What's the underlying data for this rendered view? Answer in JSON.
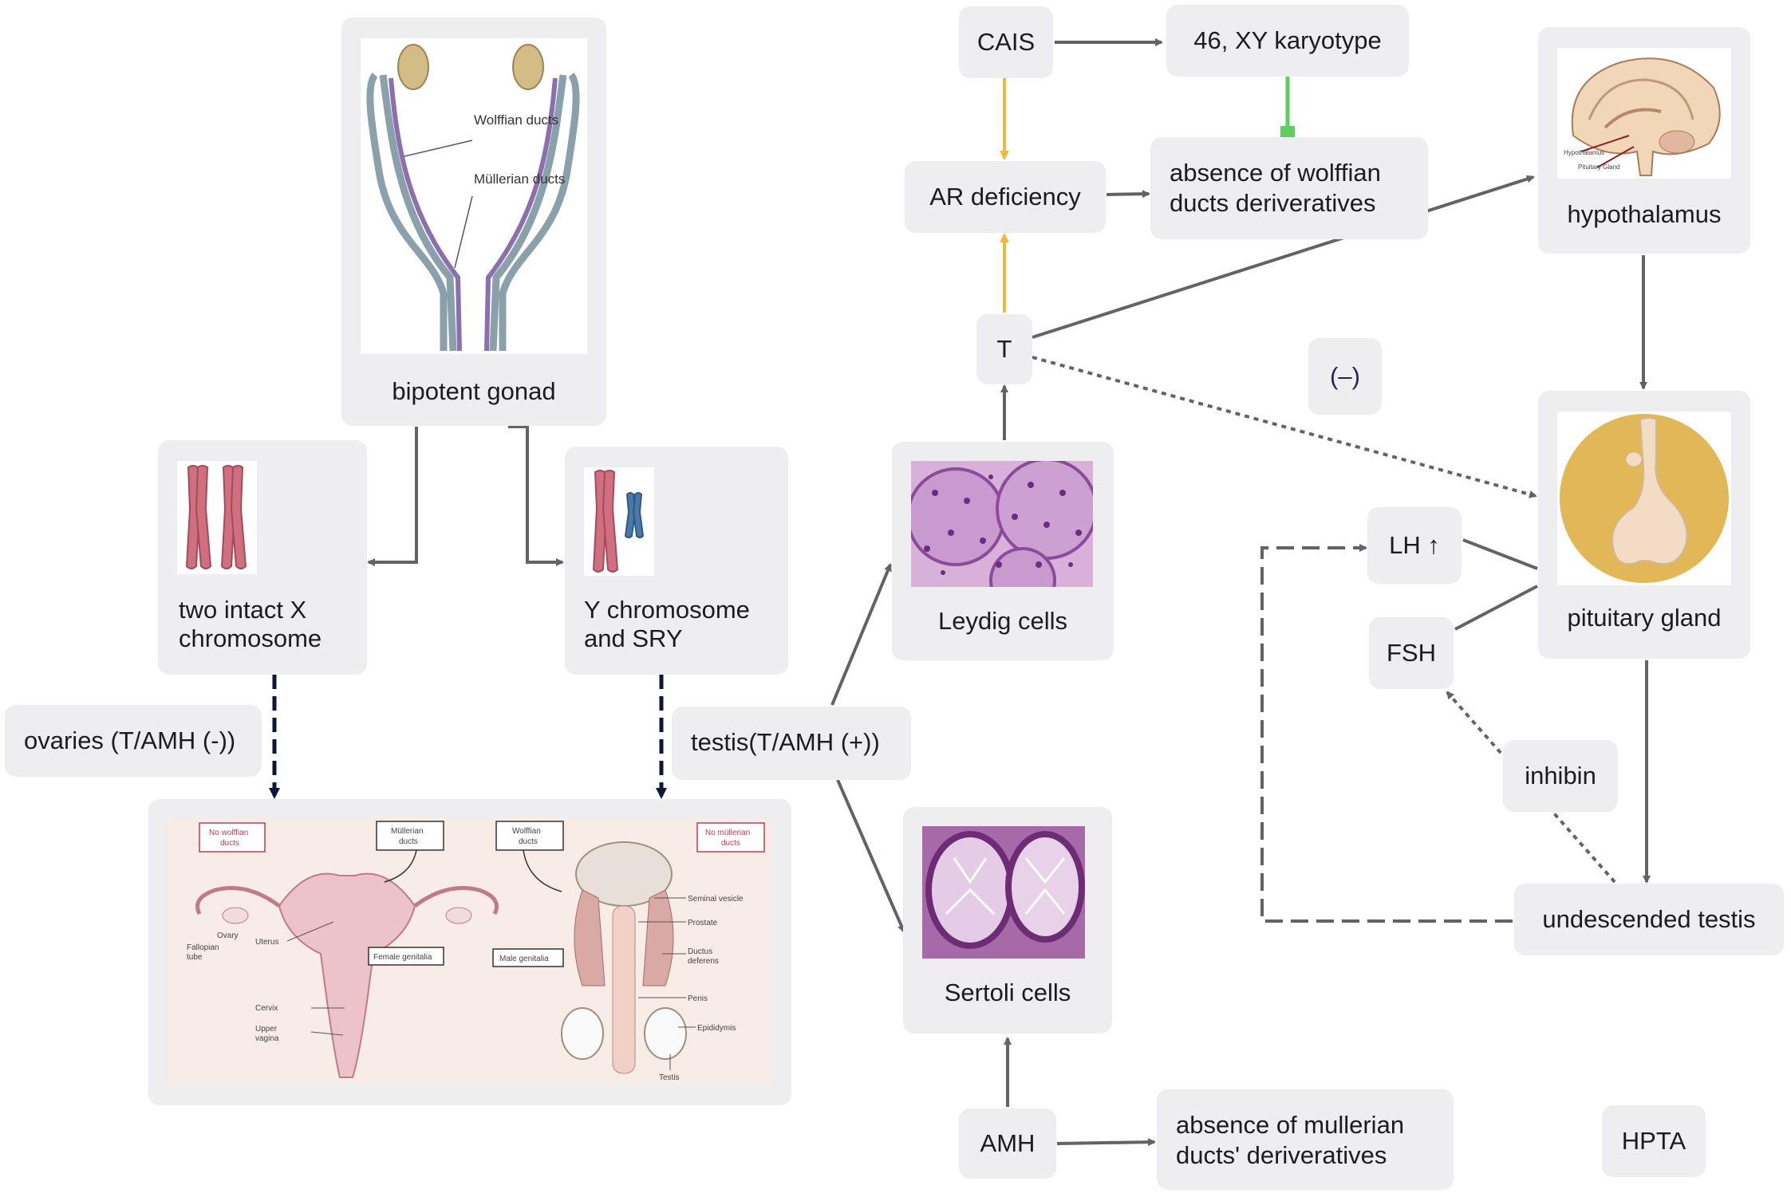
{
  "nodes": {
    "bipotent_gonad": "bipotent gonad",
    "gonad_wolffian_label": "Wolffian ducts",
    "gonad_mullerian_label": "Müllerian ducts",
    "two_x": [
      "two intact X",
      "chromosome"
    ],
    "y_sry": [
      "Y chromosome",
      "and SRY"
    ],
    "ovaries": "ovaries (T/AMH (-))",
    "testis": "testis(T/AMH (+))",
    "leydig": "Leydig cells",
    "sertoli": "Sertoli cells",
    "T": "T",
    "AMH": "AMH",
    "cais": "CAIS",
    "karyotype": "46, XY karyotype",
    "ar_def": "AR deficiency",
    "abs_wolffian": [
      "absence of wolffian",
      "ducts deriveratives"
    ],
    "abs_mullerian": [
      "absence of mullerian",
      "ducts' deriveratives"
    ],
    "hypothalamus": "hypothalamus",
    "hypo_img_label1": "Hypothalamus",
    "hypo_img_label2": "Pituitary Gland",
    "pituitary": "pituitary gland",
    "neg": "(–)",
    "lh": "LH ↑",
    "fsh": "FSH",
    "inhibin": "inhibin",
    "undescended": "undescended testis",
    "hpta": "HPTA"
  },
  "genitalia": {
    "no_wolffian": [
      "No wolffian",
      "ducts"
    ],
    "mullerian": [
      "Müllerian",
      "ducts"
    ],
    "wolffian": [
      "Wolffian",
      "ducts"
    ],
    "no_mullerian": [
      "No müllerian",
      "ducts"
    ],
    "female": "Female genitalia",
    "male": "Male genitalia",
    "ovary": "Ovary",
    "fallopian": [
      "Fallopian",
      "tube"
    ],
    "uterus": "Uterus",
    "cervix": "Cervix",
    "vagina": [
      "Upper",
      "vagina"
    ],
    "seminal": "Seminal vesicle",
    "prostate": "Prostate",
    "ductus": [
      "Ductus",
      "deferens"
    ],
    "penis": "Penis",
    "epididymis": "Epididymis",
    "testis": "Testis"
  },
  "colors": {
    "node_bg": "#eeeef0",
    "arrow": "#636366",
    "dashed_dark": "#0b1638",
    "yellow": "#f3b73a",
    "green": "#5ecf5e"
  }
}
